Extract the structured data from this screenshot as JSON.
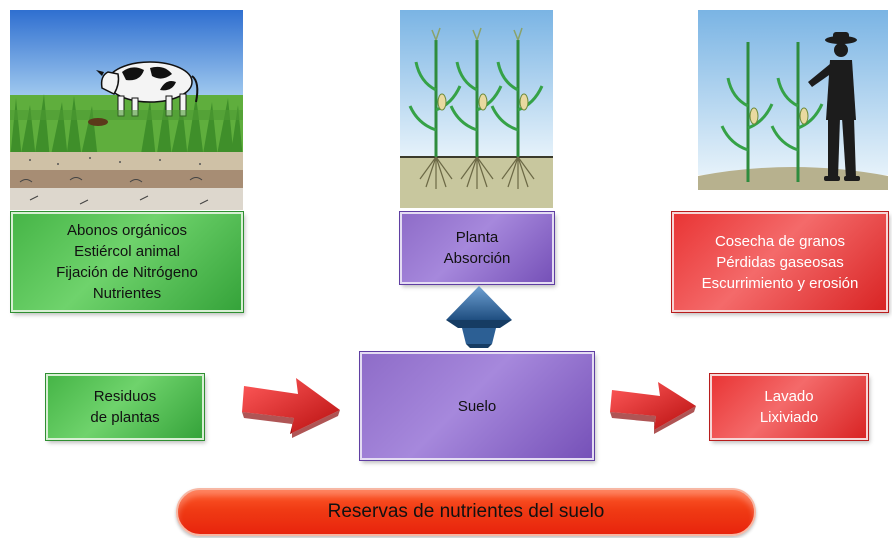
{
  "boxes": {
    "inputs": [
      "Abonos orgánicos",
      "Estiércol animal",
      "Fijación de Nitrógeno",
      "Nutrientes"
    ],
    "plant": [
      "Planta",
      "Absorción"
    ],
    "outputs": [
      "Cosecha de granos",
      "Pérdidas gaseosas",
      "Escurrimiento y erosión"
    ],
    "residues": [
      "Residuos",
      "de plantas"
    ],
    "soil": "Suelo",
    "leaching": [
      "Lavado",
      "Lixiviado"
    ]
  },
  "reserve": "Reservas de nutrientes del suelo",
  "colors": {
    "green": "#46b547",
    "purple": "#8e6cc8",
    "red": "#e93535",
    "blue_arrow": "#2c5f94"
  }
}
